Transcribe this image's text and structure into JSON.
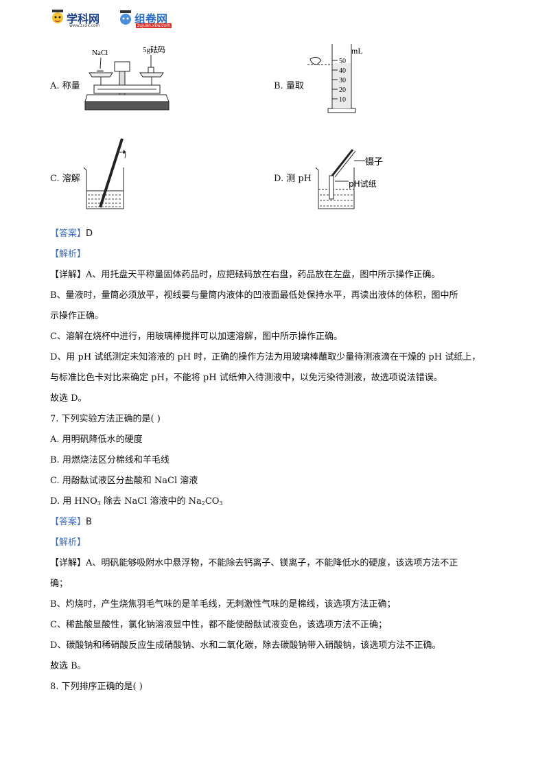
{
  "header": {
    "logo1_text": "学科网",
    "logo1_sub": "www.zxxk.com",
    "logo2_text": "组卷网",
    "logo2_sub": "zujuan.xkw.com"
  },
  "figures": {
    "A": {
      "label": "A. 称量",
      "nacl": "NaCl",
      "weight": "5g砝码"
    },
    "B": {
      "label": "B. 量取",
      "unit": "mL",
      "ticks": [
        "50",
        "40",
        "30",
        "20",
        "10"
      ]
    },
    "C": {
      "label": "C. 溶解"
    },
    "D": {
      "label": "D. 测 pH",
      "tweezers": "镊子",
      "paper": "pH试纸"
    }
  },
  "q6": {
    "answer_tag": "【答案】",
    "answer": "D",
    "analysis_tag": "【解析】",
    "detail_tag": "【详解】",
    "lines": [
      "A、用托盘天平称量固体药品时，应把砝码放在右盘，药品放在左盘，图中所示操作正确。",
      "B、量液时，量筒必须放平，视线要与量筒内液体的凹液面最低处保持水平，再读出液体的体积，图中所",
      "示操作正确。",
      "C、溶解在烧杯中进行，用玻璃棒搅拌可以加速溶解，图中所示操作正确。",
      "D、用 pH 试纸测定未知溶液的 pH 时，正确的操作方法为用玻璃棒蘸取少量待测液滴在干燥的 pH 试纸上，",
      "与标准比色卡对比来确定 pH，不能将 pH 试纸伸入待测液中，以免污染待测液，故选项说法错误。",
      "故选 D。"
    ]
  },
  "q7": {
    "stem": "7. 下列实验方法正确的是(    )",
    "options": {
      "A": "A. 用明矾降低水的硬度",
      "B": "B. 用燃烧法区分棉线和羊毛线",
      "C": "C. 用酚酞试液区分盐酸和 NaCl 溶液",
      "D_pre": "D. 用 HNO",
      "D_sub1": "3",
      "D_mid": " 除去 NaCl 溶液中的 Na",
      "D_sub2": "2",
      "D_mid2": "CO",
      "D_sub3": "3"
    },
    "answer_tag": "【答案】",
    "answer": "B",
    "analysis_tag": "【解析】",
    "detail_tag": "【详解】",
    "lines": [
      "A、明矾能够吸附水中悬浮物，不能除去钙离子、镁离子，不能降低水的硬度，该选项方法不正",
      "确；",
      "B、灼烧时，产生烧焦羽毛气味的是羊毛线，无刺激性气味的是棉线，该选项方法正确；",
      "C、稀盐酸显酸性，氯化钠溶液显中性，都不能使酚酞试液变色，该选项方法不正确；",
      "D、碳酸钠和稀硝酸反应生成硝酸钠、水和二氧化碳，除去碳酸钠带入硝酸钠，该选项方法不正确。",
      "故选 B。"
    ]
  },
  "q8": {
    "stem": "8. 下列排序正确的是(    )"
  }
}
